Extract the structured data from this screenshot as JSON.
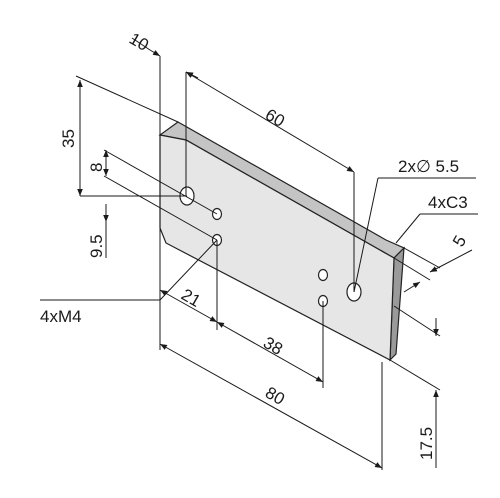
{
  "colors": {
    "face": "#e6e6e6",
    "top": "#c4c4c4",
    "side": "#9a9a9a",
    "hole": "#ffffff",
    "line": "#1a1a1a"
  },
  "dimensions": {
    "d10": "10",
    "d60": "60",
    "d35": "35",
    "d8": "8",
    "d9_5": "9.5",
    "hole_dia": "2x∅ 5.5",
    "chamfer": "4xC3",
    "d5": "5",
    "tap": "4xM4",
    "d21": "21",
    "d38": "38",
    "d80": "80",
    "d17_5": "17.5"
  }
}
